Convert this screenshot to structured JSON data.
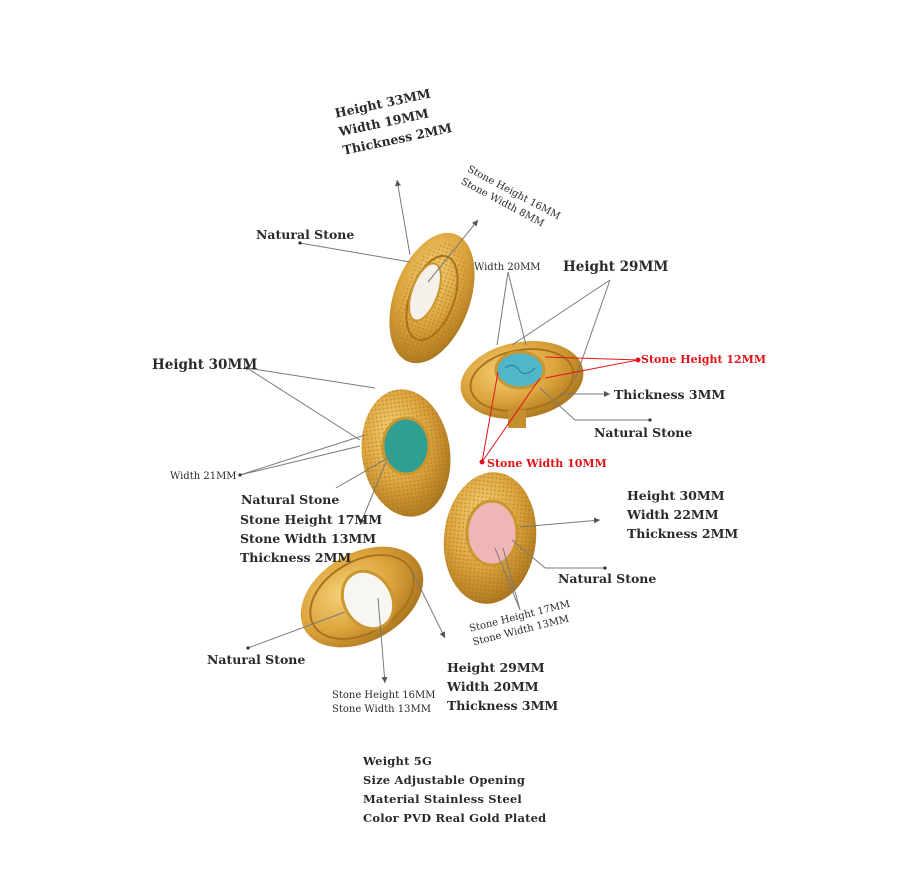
{
  "rings": [
    {
      "name": "top ring",
      "dims": [
        "Height 33MM",
        "Width 19MM",
        "Thickness 2MM"
      ],
      "stone_dims": [
        "Stone Height 16MM",
        "Stone Width 8MM"
      ],
      "natural_stone": "Natural Stone",
      "stone_color": "#f5f0ea"
    },
    {
      "name": "right turquoise ring",
      "width": "Width 20MM",
      "height": "Height 29MM",
      "stone_height": "Stone Height 12MM",
      "thickness": "Thickness 3MM",
      "natural_stone": "Natural Stone",
      "stone_width": "Stone Width 10MM",
      "stone_color": "#4fb7c9"
    },
    {
      "name": "left green ring",
      "height": "Height 30MM",
      "width": "Width 21MM",
      "natural_stone": "Natural Stone",
      "stone_dims": [
        "Stone Height 17MM",
        "Stone Width 13MM",
        "Thickness 2MM"
      ],
      "stone_color": "#2f9e93"
    },
    {
      "name": "right pink ring",
      "dims": [
        "Height 30MM",
        "Width 22MM",
        "Thickness 2MM"
      ],
      "natural_stone": "Natural Stone",
      "stone_dims": [
        "Stone Height 17MM",
        "Stone Width 13MM"
      ],
      "stone_color": "#f0b6b6"
    },
    {
      "name": "bottom white ring",
      "natural_stone": "Natural Stone",
      "dims": [
        "Height 29MM",
        "Width 20MM",
        "Thickness 3MM"
      ],
      "stone_dims": [
        "Stone Height 16MM",
        "Stone Width 13MM"
      ],
      "stone_color": "#f8f6f1"
    }
  ],
  "specs": [
    "Weight 5G",
    "Size Adjustable Opening",
    "Material Stainless Steel",
    "Color PVD Real Gold Plated"
  ],
  "colors": {
    "gold": "#d9a43a",
    "gold_dark": "#b47f22",
    "line": "#7a7a7a",
    "red": "#e2141b"
  }
}
